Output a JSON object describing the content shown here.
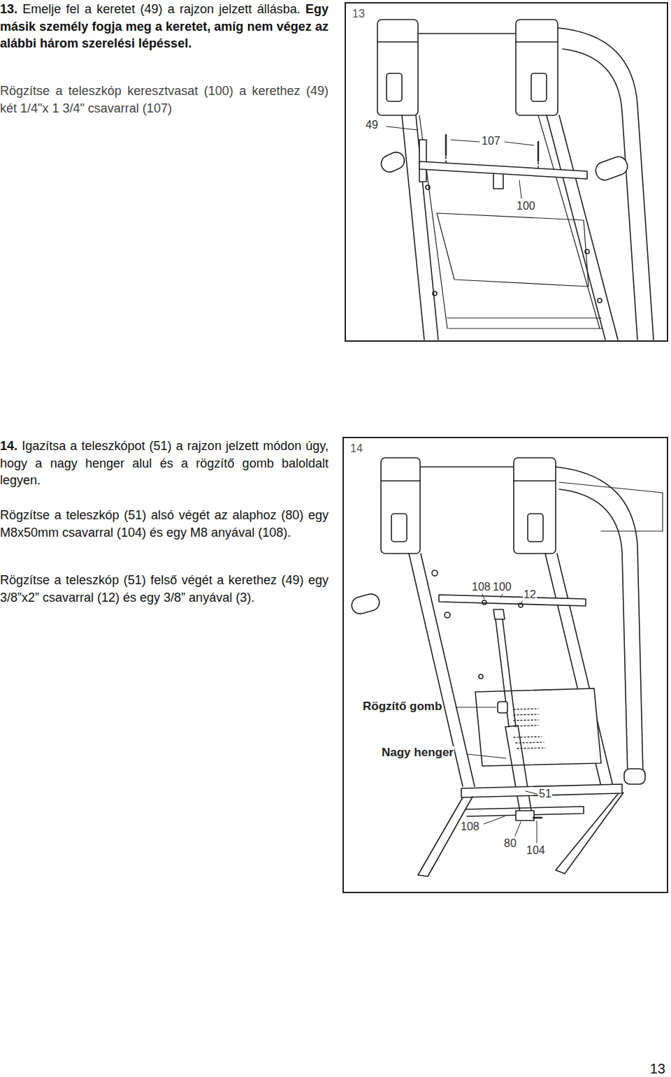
{
  "diagram": {
    "nodes": [
      {
        "text": [
          "13"
        ]
      },
      {
        "text": [
          "14"
        ]
      }
    ],
    "labels": [
      "13.",
      "Emelje fel a keretet (49) a rajzon jelzett állásba.",
      "Egy másik személy fogja meg a keretet, amíg nem végez az alábbi három szerelési lépéssel.",
      "Rögzítse a teleszkóp keresztvasat (100) a kerethez (49) két 1/4\"x 1 3/4\" csavarral (107)",
      "49",
      "107",
      "100",
      "14.",
      "Igazítsa a teleszkópot (51) a rajzon jelzett módon úgy, hogy a nagy henger alul és a rögzítő gomb baloldalt legyen.",
      "Rögzítse a teleszkóp (51) alsó végét az alaphoz (80) egy M8x50mm csavarral (104) és egy M8 anyával (108).",
      "Rögzítse a teleszkóp (51) felső végét a kerethez (49) egy 3/8”x2” csavarral (12) és egy 3/8” anyával (3).",
      "108",
      "100",
      "12",
      "Rögzítő gomb",
      "Nagy henger",
      "51",
      "108",
      "80",
      "104",
      "13"
    ]
  }
}
